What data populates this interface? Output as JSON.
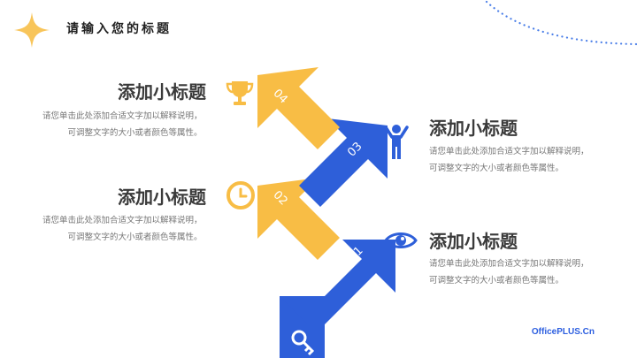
{
  "title": "请输入您的标题",
  "steps": [
    {
      "number": "01",
      "heading": "添加小标题",
      "line1": "请您单击此处添加合适文字加以解释说明，",
      "line2": "可调整文字的大小或者颜色等属性。",
      "icon": "eye-icon",
      "color": "#2e5fd9"
    },
    {
      "number": "02",
      "heading": "添加小标题",
      "line1": "请您单击此处添加合适文字加以解释说明，",
      "line2": "可调整文字的大小或者颜色等属性。",
      "icon": "clock-icon",
      "color": "#f8bd45"
    },
    {
      "number": "03",
      "heading": "添加小标题",
      "line1": "请您单击此处添加合适文字加以解释说明，",
      "line2": "可调整文字的大小或者颜色等属性。",
      "icon": "person-icon",
      "color": "#2e5fd9"
    },
    {
      "number": "04",
      "heading": "添加小标题",
      "line1": "请您单击此处添加合适文字加以解释说明，",
      "line2": "可调整文字的大小或者颜色等属性。",
      "icon": "trophy-icon",
      "color": "#f8bd45"
    }
  ],
  "base_icon": "key-icon",
  "brand": "OfficePLUS.Cn",
  "colors": {
    "blue": "#2e5fd9",
    "yellow": "#f8bd45",
    "accent_dots": "#4a7ee8"
  }
}
